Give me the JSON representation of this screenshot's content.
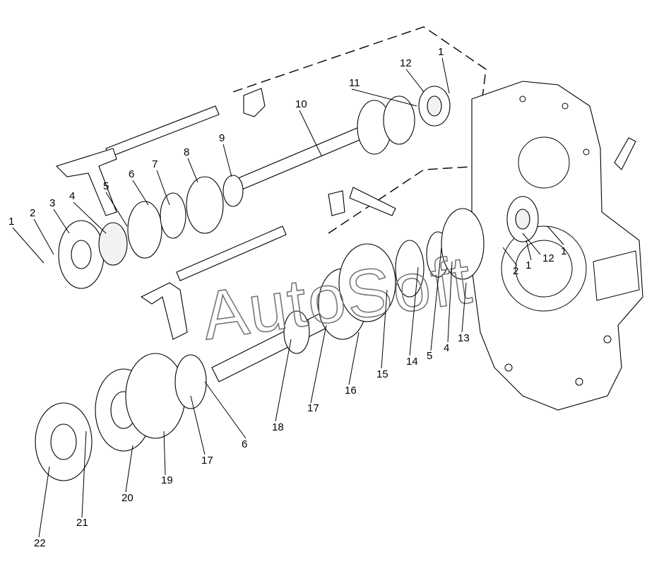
{
  "watermark": "AutoSoft",
  "callouts": [
    "1",
    "2",
    "3",
    "4",
    "5",
    "6",
    "7",
    "8",
    "9",
    "10",
    "11",
    "12",
    "1",
    "12",
    "1",
    "1",
    "2",
    "13",
    "4",
    "5",
    "14",
    "15",
    "16",
    "17",
    "18",
    "6",
    "17",
    "19",
    "20",
    "21",
    "22"
  ]
}
